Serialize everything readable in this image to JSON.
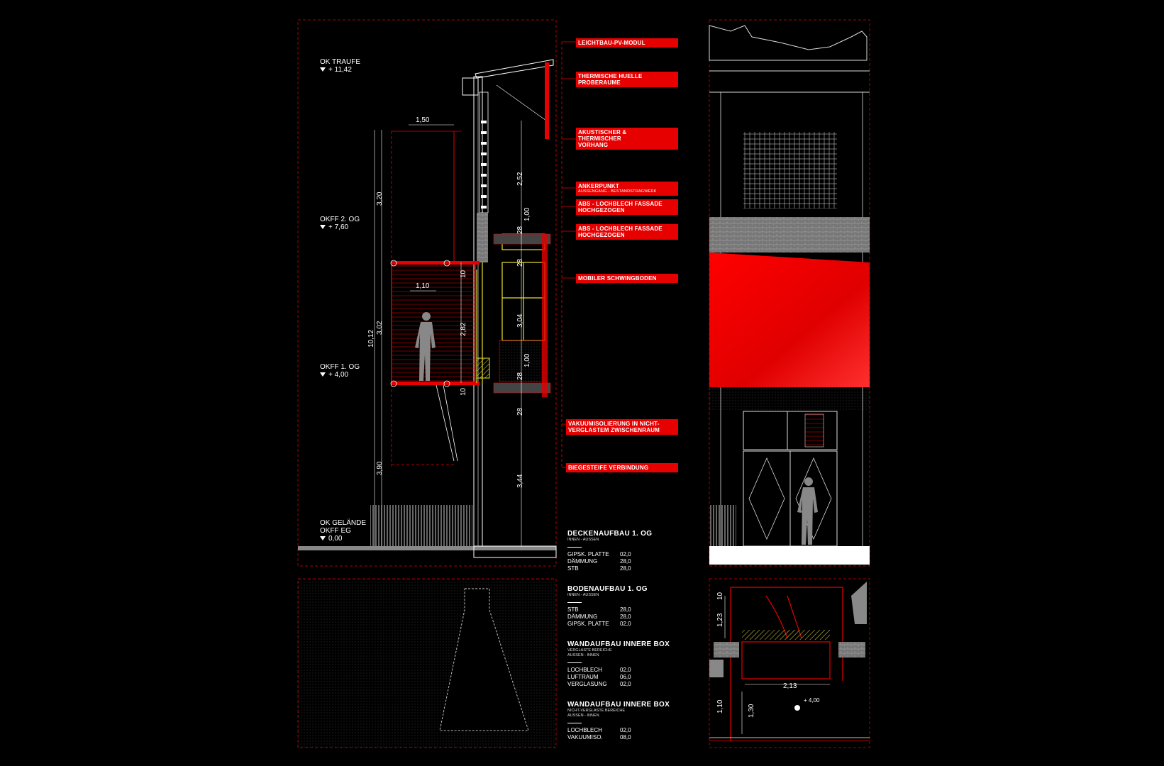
{
  "levels": [
    {
      "name": "OK TRAUFE",
      "value": "+ 11,42"
    },
    {
      "name": "OKFF 2. OG",
      "value": "+ 7,60"
    },
    {
      "name": "OKFF 1. OG",
      "value": "+ 4,00"
    },
    {
      "name": "OK GELÄNDE",
      "name2": "OKFF EG",
      "value": "0,00"
    }
  ],
  "tags": [
    {
      "text": "LEICHTBAU-PV-MODUL"
    },
    {
      "text": "THERMISCHE HUELLE",
      "text2": "PROBERAUME"
    },
    {
      "text": "AKUSTISCHER &",
      "text2": "THERMISCHER",
      "text3": "VORHANG"
    },
    {
      "text": "ANKERPUNKT",
      "sub": "AUSSENGANG - BESTANDSTRAGWERK"
    },
    {
      "text": "ABS - LOCHBLECH FASSADE",
      "text2": "HOCHGEZOGEN"
    },
    {
      "text": "ABS - LOCHBLECH FASSADE",
      "text2": "HOCHGEZOGEN"
    },
    {
      "text": "MOBILER SCHWINGBODEN"
    },
    {
      "text": "VAKUUMISOLIERUNG IN NICHT-",
      "text2": "VERGLASTEM ZWISCHENRAUM"
    },
    {
      "text": "BIEGESTEIFE VERBINDUNG"
    }
  ],
  "dimensions": {
    "d150": "1,50",
    "d320": "3,20",
    "d110": "1,10",
    "d302": "3,02",
    "d1012": "10,12",
    "d390": "3,90",
    "d252": "2,52",
    "d100a": "1,00",
    "d28a": "28",
    "d28b": "28",
    "d10a": "10",
    "d282": "2,82",
    "d304": "3,04",
    "d100b": "1,00",
    "d28c": "28",
    "d10b": "10",
    "d28d": "28",
    "d344": "3,44",
    "s10": "10",
    "s123": "1,23",
    "s213": "2,13",
    "s110": "1,10",
    "s130": "1,30",
    "s400": "+ 4,00"
  },
  "specs": [
    {
      "title": "DECKENAUFBAU 1. OG",
      "sub": "INNEN - AUSSEN",
      "rows": [
        [
          "GIPSK. PLATTE",
          "02,0"
        ],
        [
          "DÄMMUNG",
          "28,0"
        ],
        [
          "STB",
          "28,0"
        ]
      ]
    },
    {
      "title": "BODENAUFBAU 1. OG",
      "sub": "INNEN - AUSSEN",
      "rows": [
        [
          "STB",
          "28,0"
        ],
        [
          "DÄMMUNG",
          "28,0"
        ],
        [
          "GIPSK. PLATTE",
          "02,0"
        ]
      ]
    },
    {
      "title": "WANDAUFBAU INNERE BOX",
      "sub": "VERGLASTE BEREICHE",
      "sub2": "AUSSEN - INNEN",
      "rows": [
        [
          "LOCHBLECH",
          "02,0"
        ],
        [
          "LUFTRAUM",
          "06,0"
        ],
        [
          "VERGLASUNG",
          "02,0"
        ]
      ]
    },
    {
      "title": "WANDAUFBAU INNERE BOX",
      "sub": "NICHT-VERGLASTE BEREICHE",
      "sub2": "AUSSEN - INNEN",
      "rows": [
        [
          "LOCHBLECH",
          "02,0"
        ],
        [
          "VAKUUMISO.",
          "08,0"
        ]
      ]
    }
  ],
  "colors": {
    "accent": "#e60000",
    "line": "#ffffff",
    "yellow": "#e8e030",
    "bg": "#000000"
  }
}
